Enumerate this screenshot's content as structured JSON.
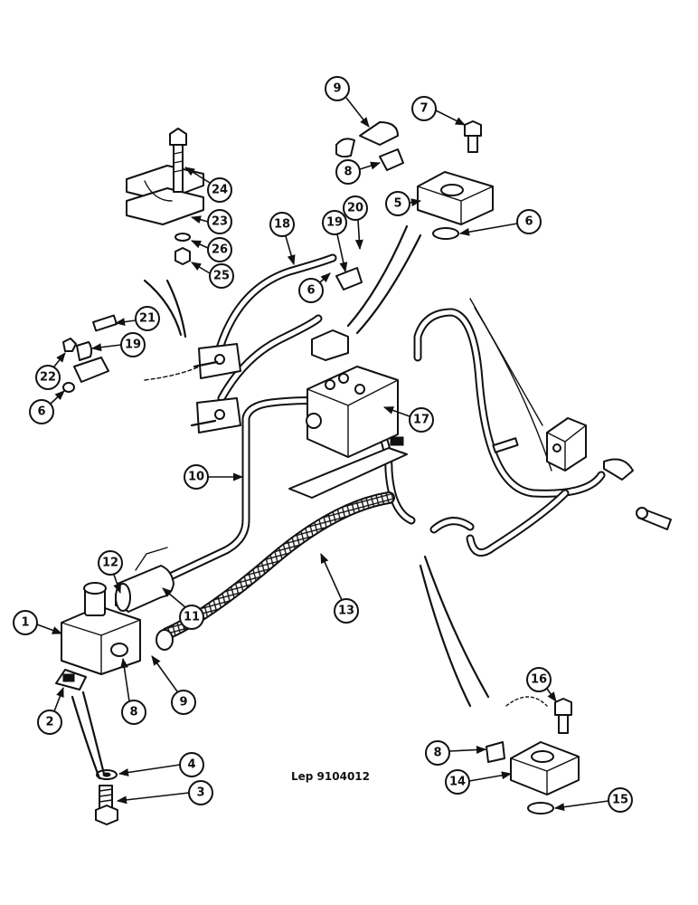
{
  "drawing_ref": "Lep 9104012",
  "callouts": [
    "1",
    "2",
    "3",
    "4",
    "8",
    "9",
    "11",
    "12",
    "13",
    "10",
    "22",
    "6",
    "21",
    "19",
    "24",
    "23",
    "26",
    "25",
    "18",
    "6",
    "19",
    "20",
    "9",
    "8",
    "7",
    "5",
    "6",
    "17",
    "16",
    "8",
    "14",
    "15"
  ]
}
